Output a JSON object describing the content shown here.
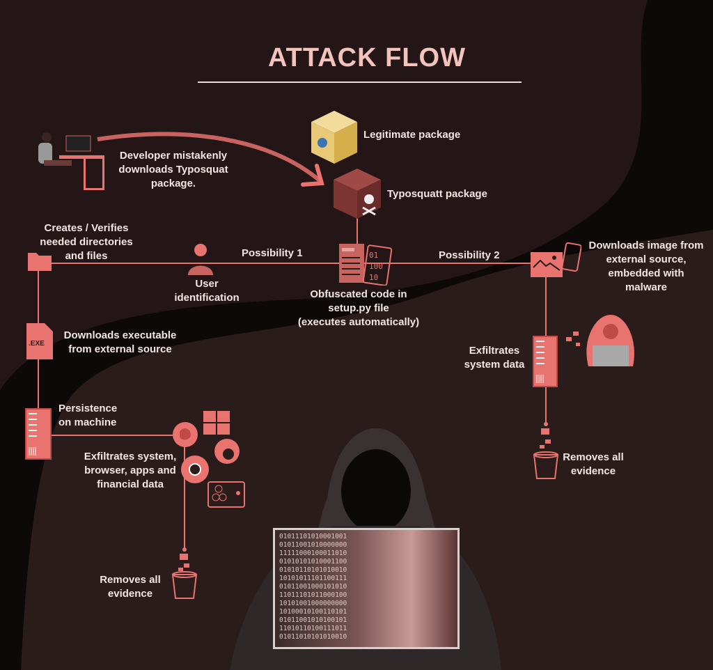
{
  "title": "ATTACK FLOW",
  "colors": {
    "accent": "#e8736f",
    "background": "#2b1c1c",
    "band": "#0e0909",
    "title": "#f3c4bd"
  },
  "nodes": {
    "developer": "Developer mistakenly\ndownloads Typosquat\npackage.",
    "legit_package": "Legitimate package",
    "typosquatt_package": "Typosquatt package",
    "create_dirs": "Creates / Verifies\nneeded directories\nand files",
    "user_id": "User\nidentification",
    "possibility1": "Possibility 1",
    "obfuscated": "Obfuscated code in\nsetup.py file\n(executes automatically)",
    "possibility2": "Possibility 2",
    "download_image": "Downloads image from\nexternal source,\nembedded with\nmalware",
    "download_exe": "Downloads executable\nfrom external source",
    "exe_label": ".EXE",
    "exfil_system_right": "Exfiltrates\nsystem data",
    "persistence": "Persistence\non machine",
    "exfil_left": "Exfiltrates system,\nbrowser, apps and\nfinancial data",
    "removes_left": "Removes all\nevidence",
    "removes_right": "Removes all\nevidence"
  },
  "poster_binary": "01011101010001001\n01011001010000000\n11111000100011010\n01010101010001100\n01010110101010010\n10101011101100111\n01011001000101010\n11011101011000100\n10101001000000000\n10100010100110101\n01011001010100101\n11010110100111011\n01011010101010010"
}
